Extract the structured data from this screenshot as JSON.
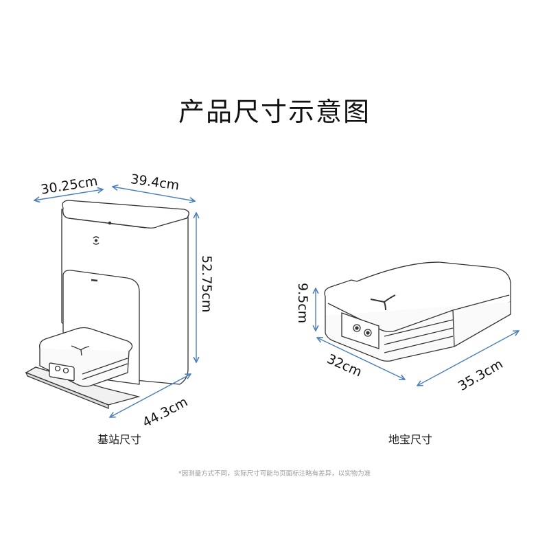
{
  "title": "产品尺寸示意图",
  "base_station": {
    "caption": "基站尺寸",
    "dimensions": {
      "depth": "30.25cm",
      "width": "39.4cm",
      "height": "52.75cm",
      "length": "44.3cm"
    }
  },
  "robot": {
    "caption": "地宝尺寸",
    "dimensions": {
      "height": "9.5cm",
      "width": "32cm",
      "length": "35.3cm"
    }
  },
  "footnote": "*因测量方式不同，实际尺寸可能与页面标注略有差异，以实物为准",
  "colors": {
    "dimension_line": "#4a7fb8",
    "outline": "#333333",
    "text": "#111111",
    "footnote": "#9a9a9a"
  }
}
